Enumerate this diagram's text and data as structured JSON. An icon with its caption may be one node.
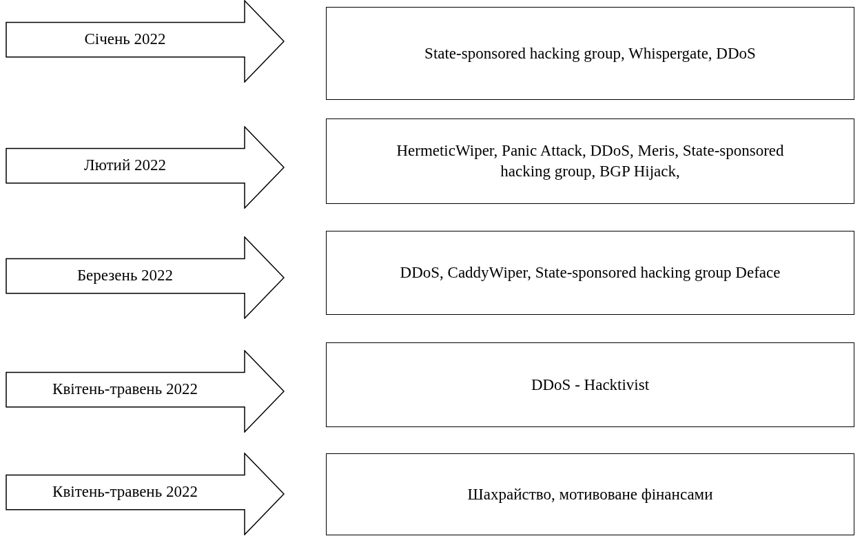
{
  "diagram": {
    "nodes": [
      {
        "text": [
          "Січень 2022"
        ]
      },
      {
        "text": [
          "State-sponsored hacking group, Whispergate, DDoS"
        ]
      },
      {
        "text": [
          "Лютий 2022"
        ]
      },
      {
        "text": [
          "HermeticWiper, Panic Attack, DDoS, Meris, State-sponsored hacking group, BGP Hijack,"
        ]
      },
      {
        "text": [
          "Березень 2022"
        ]
      },
      {
        "text": [
          "DDoS, CaddyWiper, State-sponsored hacking group Deface"
        ]
      },
      {
        "text": [
          "Квітень-травень 2022"
        ]
      },
      {
        "text": [
          "DDoS - Hacktivist"
        ]
      },
      {
        "text": [
          "Квітень-травень 2022"
        ]
      },
      {
        "text": [
          "Шахрайство, мотивоване фінансами"
        ]
      }
    ]
  }
}
